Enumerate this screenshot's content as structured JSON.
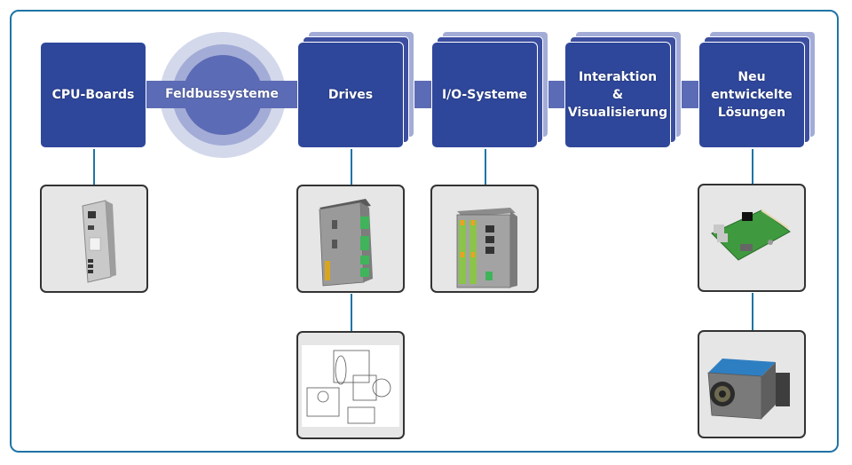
{
  "diagram": {
    "title": "",
    "colors": {
      "frame_border": "#1f74a6",
      "box_fill": "#2f479b",
      "box_back_fill": "#3c4ea0",
      "box_back_far_fill": "#a3acd6",
      "connector_bar": "#5c6bb5",
      "ring_outer": "#d3d8eb",
      "ring_middle": "#a3acd6",
      "ring_inner": "#5c6bb5",
      "connector_line": "#1f74a6",
      "card_fill": "#e6e6e6",
      "card_border": "#333333"
    },
    "nodes": [
      {
        "id": "cpu",
        "label": "CPU-Boards",
        "stacked": false
      },
      {
        "id": "fieldbus",
        "label": "Feldbussysteme",
        "shape": "concentric-circle-bar"
      },
      {
        "id": "drives",
        "label": "Drives",
        "stacked": true
      },
      {
        "id": "io",
        "label": "I/O-Systeme",
        "stacked": true
      },
      {
        "id": "hmi",
        "label": "Interaktion\n&\nVisualisierung",
        "stacked": true
      },
      {
        "id": "new",
        "label": "Neu\nentwickelte\nLösungen",
        "stacked": true
      }
    ],
    "images": [
      {
        "node": "cpu",
        "depicts": "CPU board module (grey enclosure with ethernet ports)"
      },
      {
        "node": "drives",
        "depicts": "Servo drive unit with green terminal connectors"
      },
      {
        "node": "drives",
        "depicts": "Line drawing of motor and gearbox assembly"
      },
      {
        "node": "io",
        "depicts": "I/O system module with orange/green terminal blocks"
      },
      {
        "node": "new",
        "depicts": "Green circuit board with connectors"
      },
      {
        "node": "new",
        "depicts": "Industrial camera with blue housing"
      }
    ]
  }
}
